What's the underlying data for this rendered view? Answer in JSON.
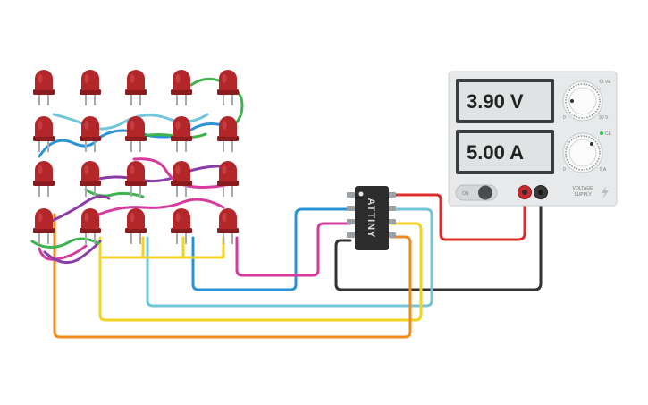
{
  "colors": {
    "background": "#ffffff",
    "led_red": "#b3262a",
    "led_dark": "#8a1c20",
    "wire_red": "#e02b2b",
    "wire_black": "#333333",
    "wire_blue": "#2a93d5",
    "wire_cyan": "#73c6d9",
    "wire_yellow": "#f2d321",
    "wire_orange": "#f08a1c",
    "wire_green": "#3fb34f",
    "wire_purple": "#8a3ca8",
    "wire_magenta": "#d63a9c",
    "supply_body": "#e7e9ea",
    "lcd": "#dfe3e4",
    "indicator_green": "#2ecc40"
  },
  "circuit": {
    "led_grid": {
      "rows": 4,
      "columns": 5
    },
    "microcontroller": {
      "label": "ATTINY"
    }
  },
  "power_supply": {
    "voltage_display": "3.90 V",
    "current_display": "5.00 A",
    "voltage_knob": {
      "min_label": "0",
      "max_label": "30 V",
      "mode": "VE"
    },
    "current_knob": {
      "min_label": "0",
      "max_label": "5 A",
      "mode": "CE"
    },
    "power_switch_label": "ON",
    "brand_text_line1": "VOLTAGE",
    "brand_text_line2": "SUPPLY",
    "icon": "lightning-icon"
  }
}
